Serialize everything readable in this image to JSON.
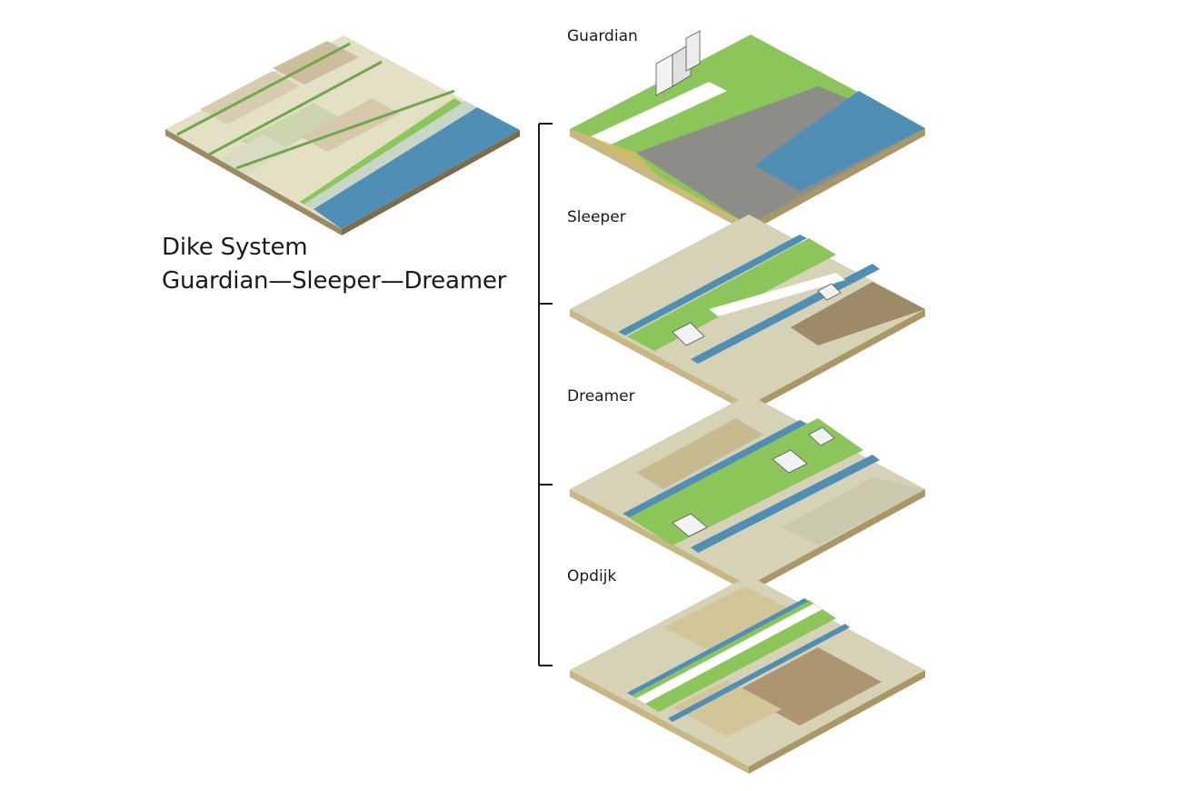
{
  "title": {
    "line1": "Dike System",
    "line2": "Guardian—Sleeper—Dreamer"
  },
  "layers": [
    {
      "label": "Guardian"
    },
    {
      "label": "Sleeper"
    },
    {
      "label": "Dreamer"
    },
    {
      "label": "Opdijk"
    }
  ],
  "colors": {
    "water": "#4f8fb5",
    "grass": "#8cc55a",
    "field_light": "#dfe2cc",
    "field_tan": "#c9b98f",
    "soil": "#c8b784",
    "road": "#ffffff",
    "bracket": "#1a1a1a"
  }
}
